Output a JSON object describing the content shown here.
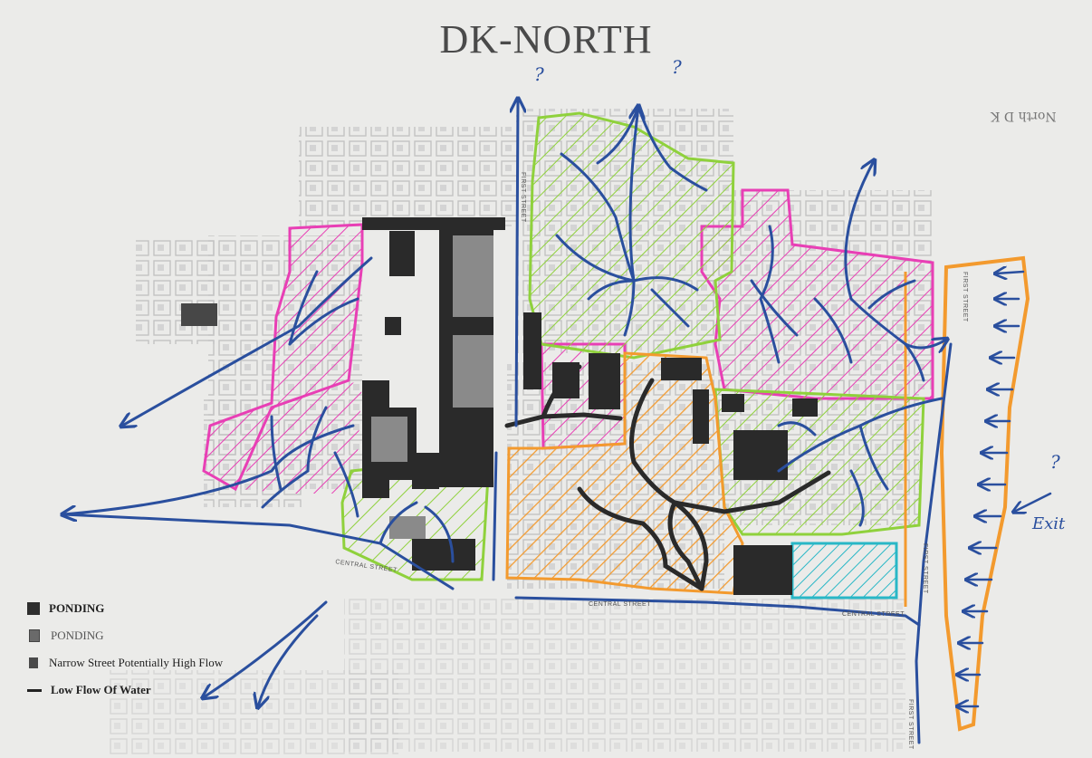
{
  "title": "DK-NORTH",
  "legend": {
    "items": [
      {
        "label": "PONDING",
        "style": "bold-dark"
      },
      {
        "label": "PONDING",
        "style": "grey"
      },
      {
        "label": "Narrow Street Potentially High Flow",
        "style": "narrow"
      },
      {
        "label": "Low Flow Of Water",
        "style": "line"
      }
    ]
  },
  "streets": {
    "central_west": "CENTRAL STREET",
    "central_east": "CENTRAL STREET",
    "central_far_east": "CENTRAL STREET",
    "first_upper": "FIRST STREET",
    "first_lower": "FIRST STREET",
    "first_bottom": "FIRST STREET",
    "upper_vertical": "FIRST STREET"
  },
  "annotations": {
    "question_top_left": "?",
    "question_top_right": "?",
    "question_right": "?",
    "exit": "Exit",
    "north_label": "North D K"
  },
  "colors": {
    "pink": "#e83fb5",
    "green": "#8fd13c",
    "orange": "#f39a2e",
    "blue": "#2a4f9e",
    "cyan": "#29b7c6",
    "dark": "#2a2a2a"
  }
}
